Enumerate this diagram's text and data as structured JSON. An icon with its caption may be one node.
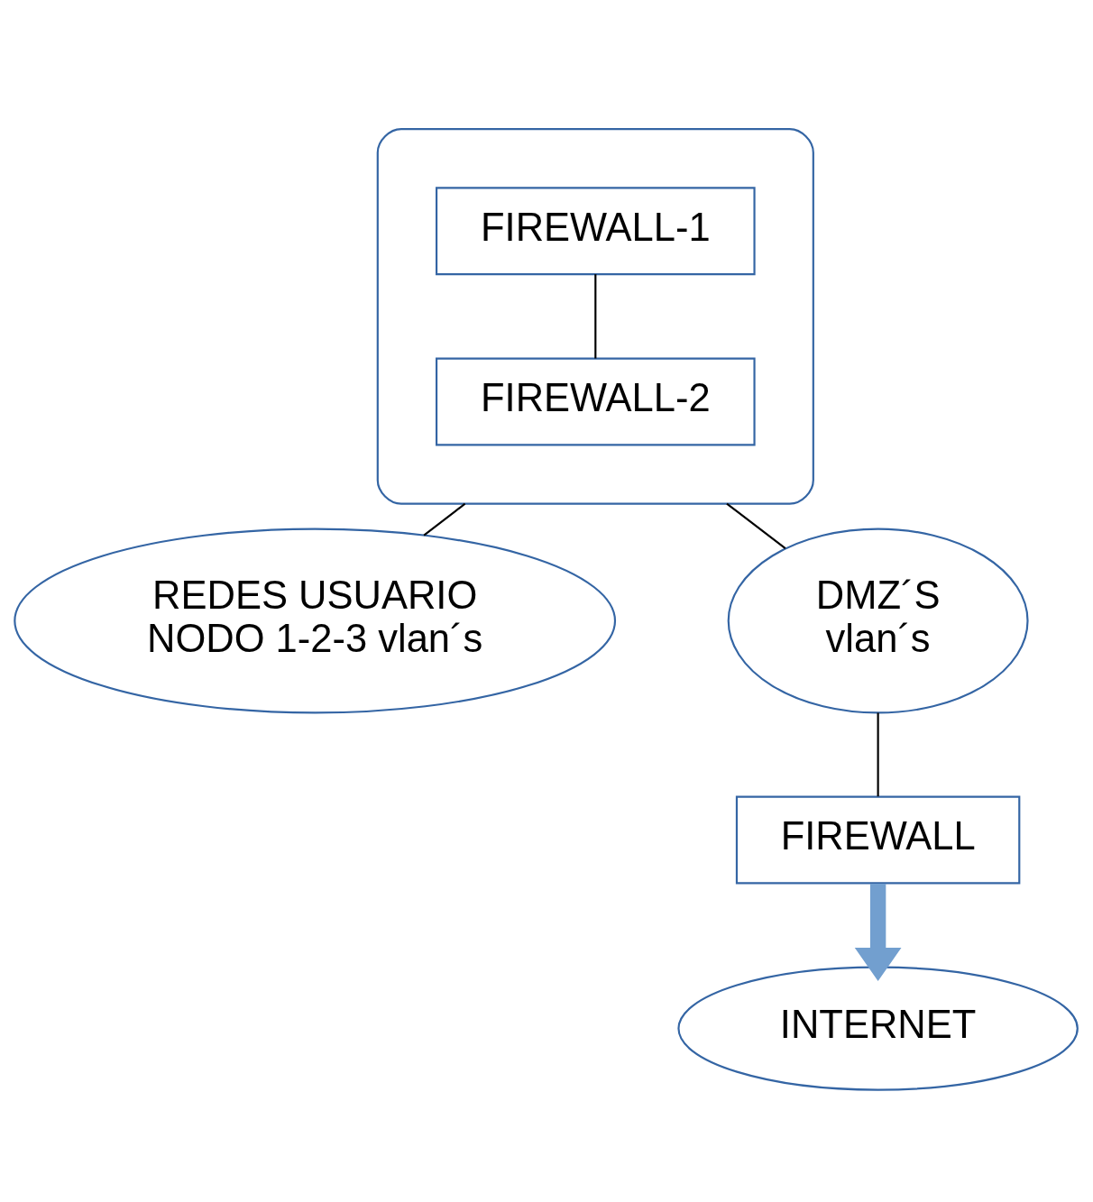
{
  "diagram": {
    "nodes": [
      {
        "text": [],
        "shape": "ellipse"
      },
      {
        "text": [
          "FIREWALL-1"
        ],
        "in": 0
      },
      {
        "text": [
          "FIREWALL-2"
        ],
        "in": 0
      },
      {
        "text": [
          "REDES USUARIO",
          "NODO 1-2-3 vlan´s"
        ]
      },
      {
        "text": [
          "DMZ´S",
          "vlan´s"
        ]
      },
      {
        "text": [
          "FIREWALL"
        ]
      },
      {
        "text": [
          "INTERNET"
        ]
      }
    ],
    "edges": [
      {
        "from": 1,
        "to": 2,
        "arrow": "none"
      },
      {
        "from": 0,
        "to": 3,
        "arrow": "none"
      },
      {
        "from": 0,
        "to": 4,
        "arrow": "none"
      },
      {
        "from": 4,
        "to": 5,
        "arrow": "none"
      },
      {
        "from": 5,
        "to": 6,
        "arrow": "to",
        "style": "thick",
        "color": "#729fcf"
      }
    ]
  }
}
